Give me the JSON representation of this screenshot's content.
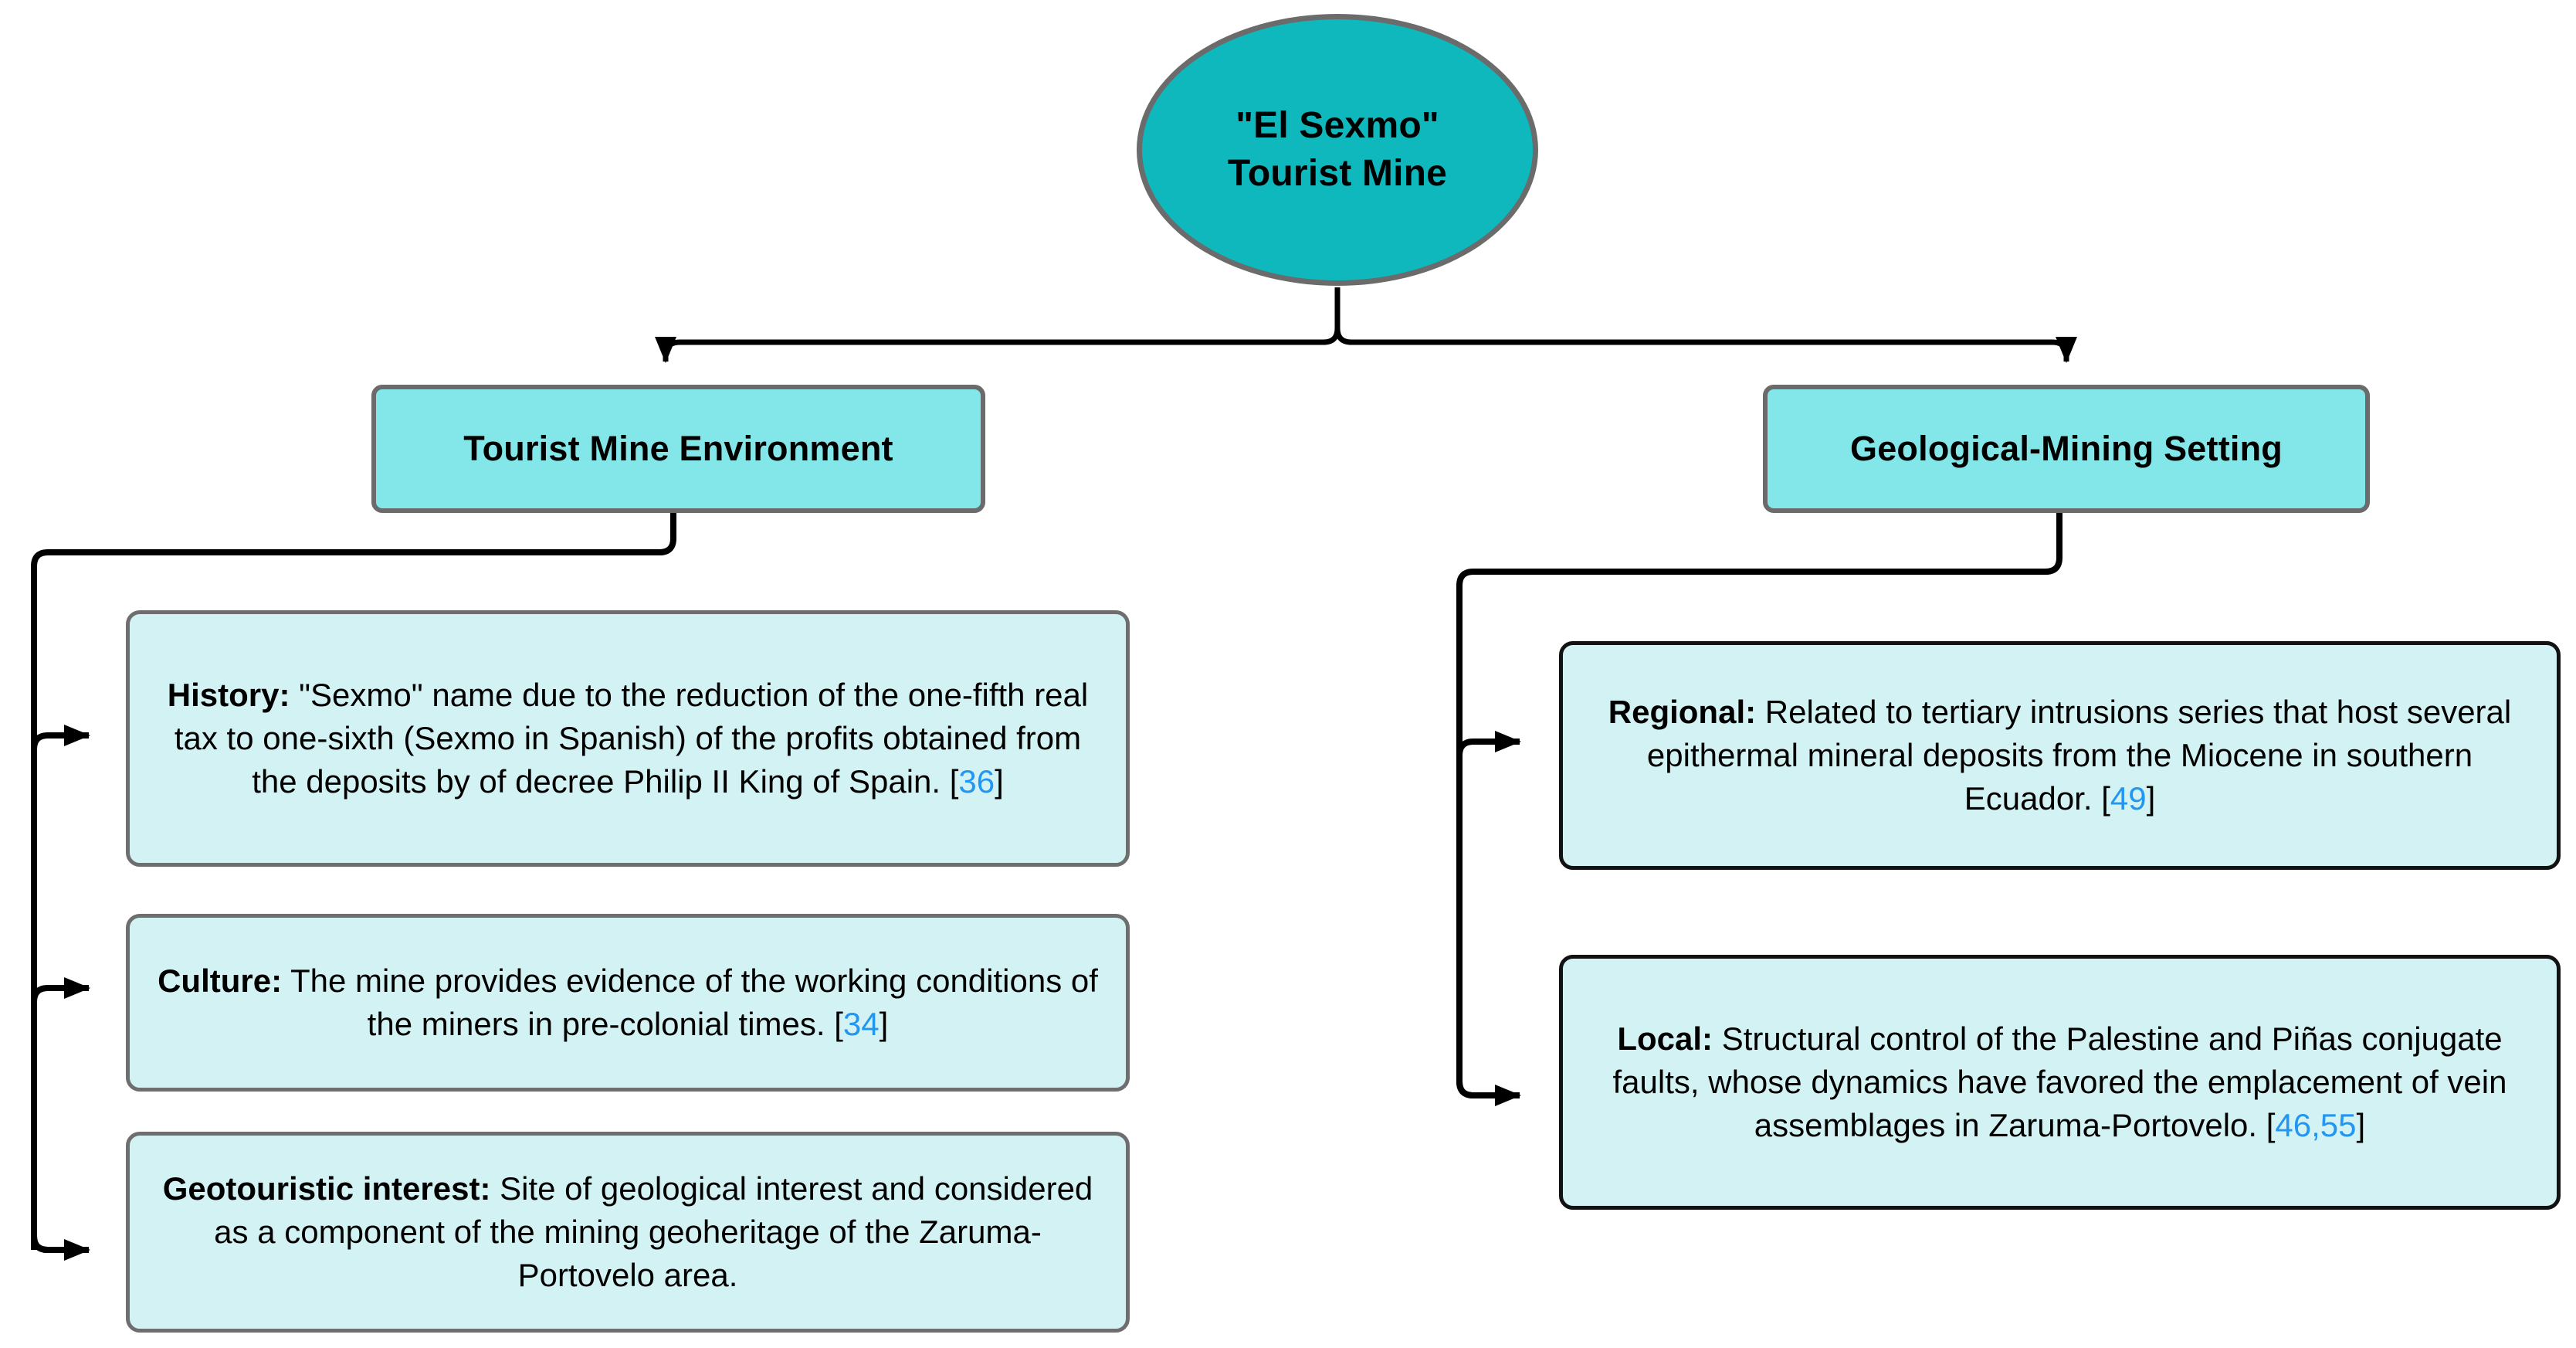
{
  "diagram": {
    "type": "tree",
    "root": {
      "label_line1": "\"El Sexmo\"",
      "label_line2": "Tourist Mine",
      "shape": "ellipse",
      "fill": "#0eb8bd",
      "stroke": "#6b6b6b"
    },
    "branches": [
      {
        "id": "tourist-mine-environment",
        "label": "Tourist Mine Environment",
        "fill": "#83e6e8",
        "stroke": "#6b6b6b",
        "children": [
          {
            "id": "history",
            "label": "History:",
            "text": " \"Sexmo\" name due to the reduction of the one-fifth real tax to one-sixth (Sexmo in Spanish) of the profits obtained from the deposits by of decree Philip II King of Spain. [",
            "citation": "36",
            "text_end": "]"
          },
          {
            "id": "culture",
            "label": "Culture:",
            "text": " The mine provides evidence of the working conditions of the miners in pre-colonial times. [",
            "citation": "34",
            "text_end": "]"
          },
          {
            "id": "geotouristic-interest",
            "label": "Geotouristic interest:",
            "text": " Site of geological interest and considered as a component of the mining geoheritage of the Zaruma-Portovelo area.",
            "citation": "",
            "text_end": ""
          }
        ]
      },
      {
        "id": "geological-mining-setting",
        "label": "Geological-Mining Setting",
        "fill": "#83e6e8",
        "stroke": "#6b6b6b",
        "children": [
          {
            "id": "regional",
            "label": "Regional:",
            "text": " Related to tertiary intrusions series that host several epithermal mineral deposits from the Miocene in southern Ecuador. [",
            "citation": "49",
            "text_end": "]"
          },
          {
            "id": "local",
            "label": "Local:",
            "text": " Structural control of the Palestine and Piñas conjugate faults, whose dynamics have favored the emplacement of vein assemblages in Zaruma-Portovelo. [",
            "citation": "46,55",
            "text_end": "]"
          }
        ]
      }
    ],
    "colors": {
      "root_fill": "#0eb8bd",
      "category_fill": "#83e6e8",
      "leaf_fill": "#d3f2f3",
      "citation_blue": "#2196f3",
      "edge": "#000000",
      "border_gray": "#6b6b6b",
      "border_black": "#121212",
      "background": "#ffffff"
    }
  }
}
